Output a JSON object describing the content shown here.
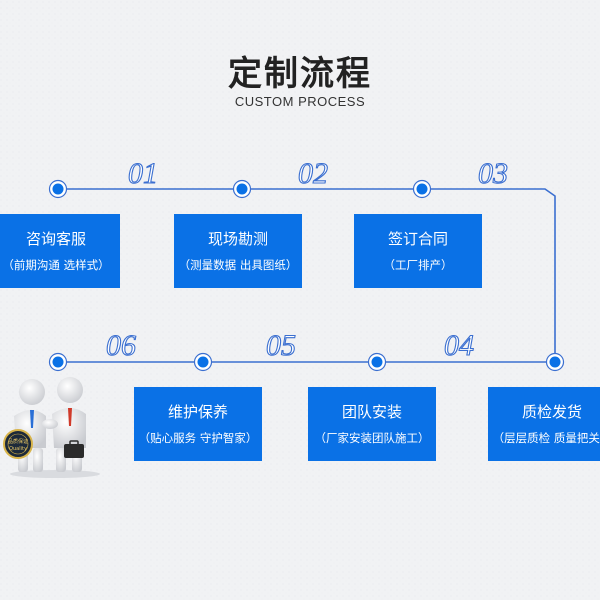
{
  "header": {
    "title": "定制流程",
    "subtitle": "CUSTOM PROCESS"
  },
  "colors": {
    "accent": "#0a71e6",
    "line": "#3b6fd0",
    "background": "#f1f2f4"
  },
  "steps": [
    {
      "num": "01",
      "name": "咨询客服",
      "desc": "（前期沟通 选样式）"
    },
    {
      "num": "02",
      "name": "现场勘测",
      "desc": "（测量数据 出具图纸）"
    },
    {
      "num": "03",
      "name": "签订合同",
      "desc": "（工厂排产）"
    },
    {
      "num": "04",
      "name": "质检发货",
      "desc": "（层层质检 质量把关）"
    },
    {
      "num": "05",
      "name": "团队安装",
      "desc": "（厂家安装团队施工）"
    },
    {
      "num": "06",
      "name": "维护保养",
      "desc": "（贴心服务 守护智家）"
    }
  ],
  "badge": {
    "text_cn": "品质保证",
    "text_en": "Quality"
  }
}
